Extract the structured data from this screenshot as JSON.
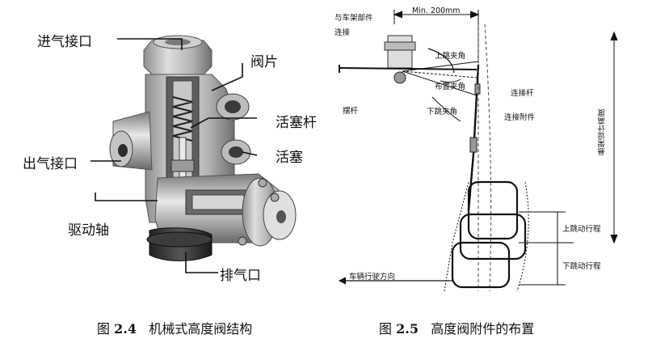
{
  "figure_left": {
    "labels": {
      "inlet": "进气接口",
      "valve_plate": "阀片",
      "piston_rod": "活塞杆",
      "outlet": "出气接口",
      "piston": "活塞",
      "drive_shaft": "驱动轴",
      "exhaust": "排气口"
    },
    "caption": {
      "prefix": "图",
      "number": "2.4",
      "text": "机械式高度阀结构"
    }
  },
  "figure_right": {
    "labels": {
      "frame_connect_1": "与车架部件",
      "frame_connect_2": "连接",
      "min_distance": "Min. 200mm",
      "upper_angle": "上跳夹角",
      "mount_angle": "布置夹角",
      "link_rod": "连接杆",
      "swing_arm": "摆杆",
      "lower_angle": "下跳夹角",
      "link_attachment": "连接附件",
      "suspension_height": "悬架设计高度",
      "upper_travel": "上跳动行程",
      "lower_travel": "下跳动行程",
      "direction": "车辆行驶方向"
    },
    "caption": {
      "prefix": "图",
      "number": "2.5",
      "text": "高度阀附件的布置"
    }
  },
  "colors": {
    "metal_light": "#d9d9d9",
    "metal_mid": "#9a9a9a",
    "metal_dark": "#4a4a4a",
    "line": "#111111"
  }
}
